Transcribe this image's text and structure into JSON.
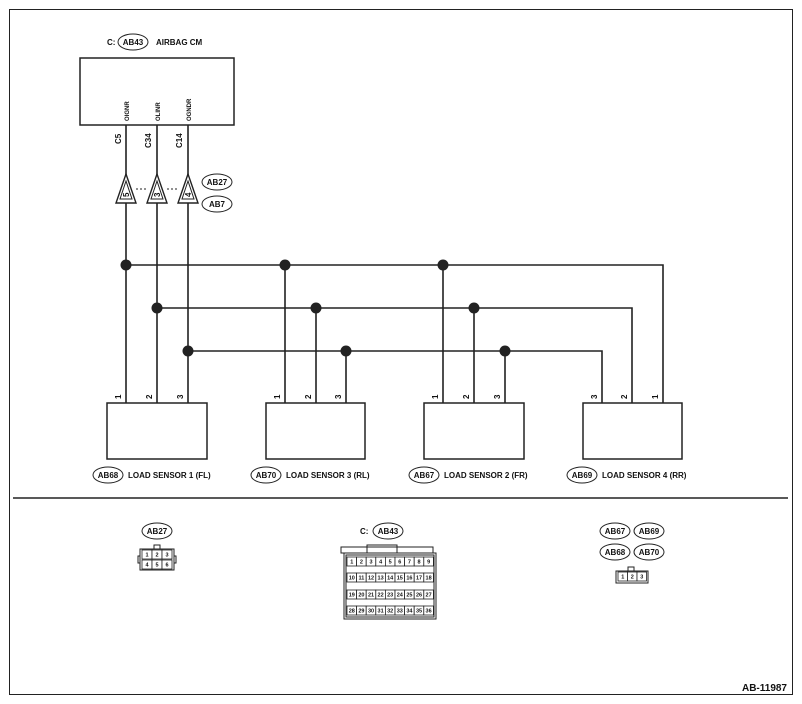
{
  "figure_id": "AB-11987",
  "airbag_cm": {
    "prefix": "C:",
    "connector": "AB43",
    "name": "AIRBAG CM",
    "terminals": [
      {
        "pin": "C5",
        "signal": "OIGNR"
      },
      {
        "pin": "C34",
        "signal": "OLINR"
      },
      {
        "pin": "C14",
        "signal": "OGNDR"
      }
    ]
  },
  "junction_connectors": [
    "AB27",
    "AB7"
  ],
  "junction_pins": [
    "5",
    "3",
    "4"
  ],
  "sensors": [
    {
      "connector": "AB68",
      "name": "LOAD SENSOR 1 (FL)",
      "pins": [
        "1",
        "2",
        "3"
      ]
    },
    {
      "connector": "AB70",
      "name": "LOAD SENSOR 3 (RL)",
      "pins": [
        "1",
        "2",
        "3"
      ]
    },
    {
      "connector": "AB67",
      "name": "LOAD SENSOR 2 (FR)",
      "pins": [
        "1",
        "2",
        "3"
      ]
    },
    {
      "connector": "AB69",
      "name": "LOAD SENSOR 4 (RR)",
      "pins": [
        "3",
        "2",
        "1"
      ]
    }
  ],
  "connector_views": {
    "ab27": {
      "connector": "AB27",
      "pins": [
        "1",
        "2",
        "3",
        "4",
        "5",
        "6"
      ]
    },
    "ab43": {
      "prefix": "C:",
      "connector": "AB43",
      "rows": [
        [
          "1",
          "2",
          "3",
          "4",
          "5",
          "6",
          "7",
          "8",
          "9"
        ],
        [
          "10",
          "11",
          "12",
          "13",
          "14",
          "15",
          "16",
          "17",
          "18"
        ],
        [
          "19",
          "20",
          "21",
          "22",
          "23",
          "24",
          "25",
          "26",
          "27"
        ],
        [
          "28",
          "29",
          "30",
          "31",
          "32",
          "33",
          "34",
          "35",
          "36"
        ]
      ]
    },
    "sensor_group": {
      "connectors": [
        "AB67",
        "AB69",
        "AB68",
        "AB70"
      ],
      "pins": [
        "1",
        "2",
        "3"
      ]
    }
  }
}
